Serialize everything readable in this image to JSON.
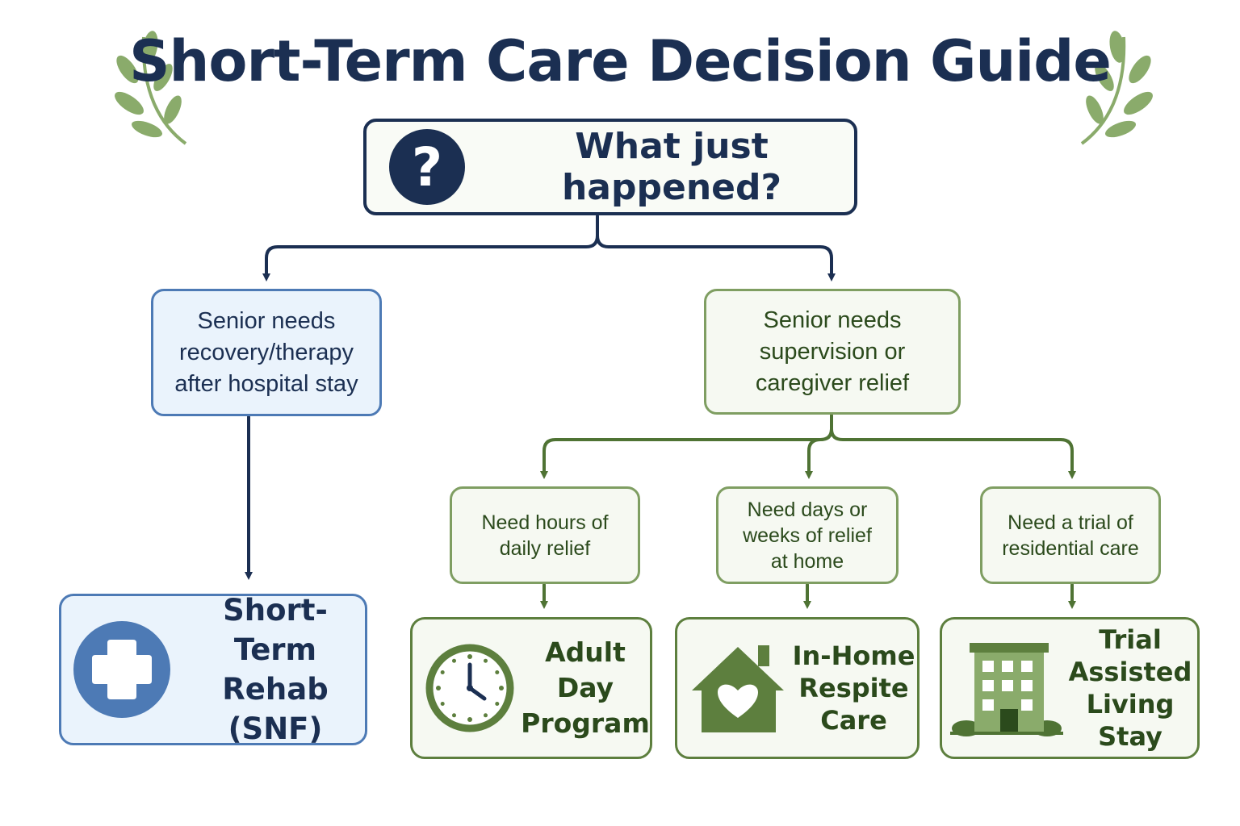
{
  "title": "Short-Term Care Decision Guide",
  "colors": {
    "navy": "#1b2f52",
    "blue": "#4d7ab5",
    "blue_fill": "#eaf3fc",
    "green": "#5d7f3e",
    "green_light": "#7f9e62",
    "green_fill": "#f6f9f2",
    "leaf": "#8aab6b"
  },
  "root": {
    "icon": "question-icon",
    "text": "What just happened?"
  },
  "branches": {
    "left": {
      "lines": [
        "Senior needs",
        "recovery/therapy",
        "after hospital stay"
      ],
      "outcome": {
        "icon": "medical-cross-icon",
        "lines": [
          "Short-Term",
          "Rehab (SNF)"
        ]
      }
    },
    "right": {
      "lines": [
        "Senior needs",
        "supervision or",
        "caregiver relief"
      ],
      "options": [
        {
          "question_lines": [
            "Need hours of",
            "daily relief"
          ],
          "outcome": {
            "icon": "clock-icon",
            "lines": [
              "Adult Day",
              "Program"
            ]
          }
        },
        {
          "question_lines": [
            "Need days or",
            "weeks of relief",
            "at home"
          ],
          "outcome": {
            "icon": "house-heart-icon",
            "lines": [
              "In-Home",
              "Respite",
              "Care"
            ]
          }
        },
        {
          "question_lines": [
            "Need a trial of",
            "residential care"
          ],
          "outcome": {
            "icon": "building-icon",
            "lines": [
              "Trial",
              "Assisted",
              "Living Stay"
            ]
          }
        }
      ]
    }
  }
}
